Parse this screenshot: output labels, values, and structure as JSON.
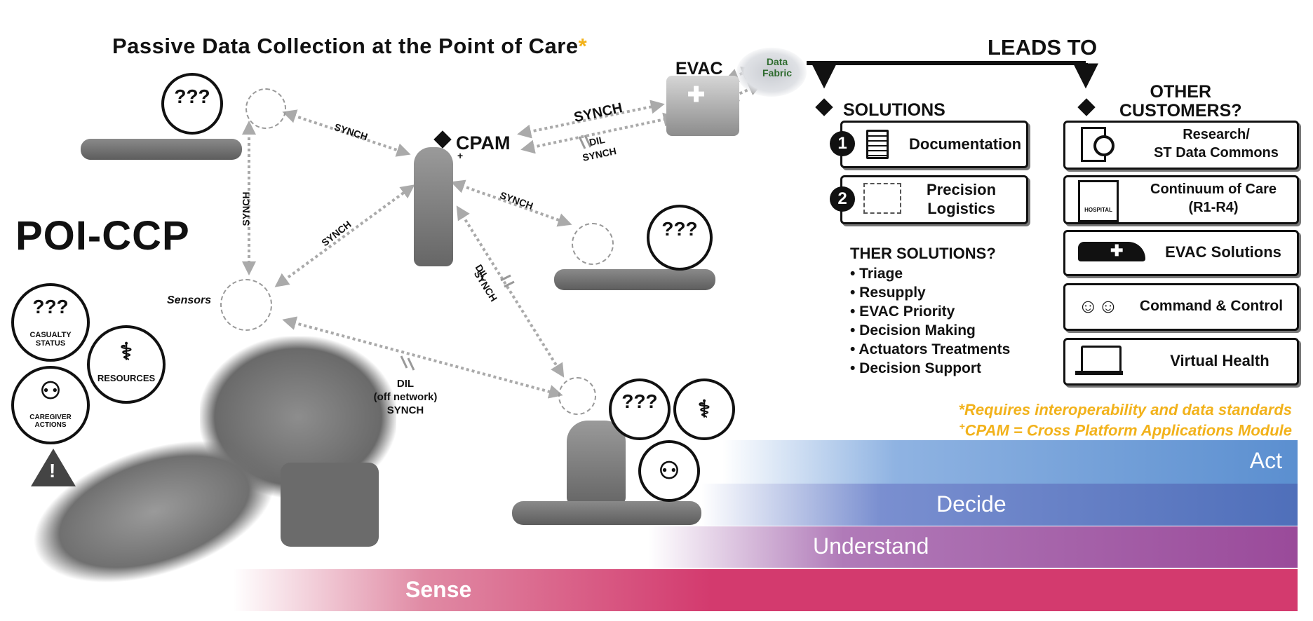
{
  "header": {
    "title": "Passive Data Collection at the Point of Care",
    "title_asterisk": "*",
    "leads_to": "LEADS TO"
  },
  "left": {
    "poi_label": "POI-CCP",
    "sensors_label": "Sensors",
    "status_circle_1": "CASUALTY STATUS",
    "status_circle_2": "RESOURCES",
    "status_circle_3": "CAREGIVER ACTIONS",
    "question_marks": "???"
  },
  "network": {
    "evac_label": "EVAC",
    "cloud_label": "Data Fabric",
    "cpam_label": "CPAM",
    "cpam_plus": "+",
    "sync": "SYNCH",
    "dil": "DIL",
    "dil_sync": "SYNCH",
    "dil_center_1": "DIL",
    "dil_center_2": "(off network)",
    "dil_center_3": "SYNCH"
  },
  "solutions": {
    "heading": "SOLUTIONS",
    "items": [
      {
        "num": "1",
        "label": "Documentation"
      },
      {
        "num": "2",
        "label_line1": "Precision",
        "label_line2": "Logistics"
      }
    ],
    "other_heading": "THER SOLUTIONS?",
    "other_items": [
      "• Triage",
      "• Resupply",
      "• EVAC Priority",
      "• Decision Making",
      "• Actuators Treatments",
      "• Decision Support"
    ]
  },
  "customers": {
    "heading_line1": "OTHER",
    "heading_line2": "CUSTOMERS?",
    "items": [
      {
        "line1": "Research/",
        "line2": "ST Data Commons",
        "icon": "magnifier-document-icon"
      },
      {
        "line1": "Continuum of Care",
        "line2": "(R1-R4)",
        "icon": "hospital-icon",
        "icon_text": "HOSPITAL"
      },
      {
        "line1": "EVAC Solutions",
        "icon": "helicopter-icon"
      },
      {
        "line1": "Command & Control",
        "icon": "people-network-icon"
      },
      {
        "line1": "Virtual Health",
        "icon": "laptop-doctor-icon"
      }
    ]
  },
  "notes": {
    "note1": "*Requires interoperability and data standards",
    "note2_sup": "+",
    "note2": "CPAM = Cross Platform Applications Module"
  },
  "bands": {
    "act": "Act",
    "decide": "Decide",
    "understand": "Understand",
    "sense": "Sense",
    "colors": {
      "act": "#5b8fd0",
      "decide": "#4f6fba",
      "understand": "#9a4a9a",
      "sense": "#d33a6e"
    }
  },
  "accent": "#f2b21b"
}
